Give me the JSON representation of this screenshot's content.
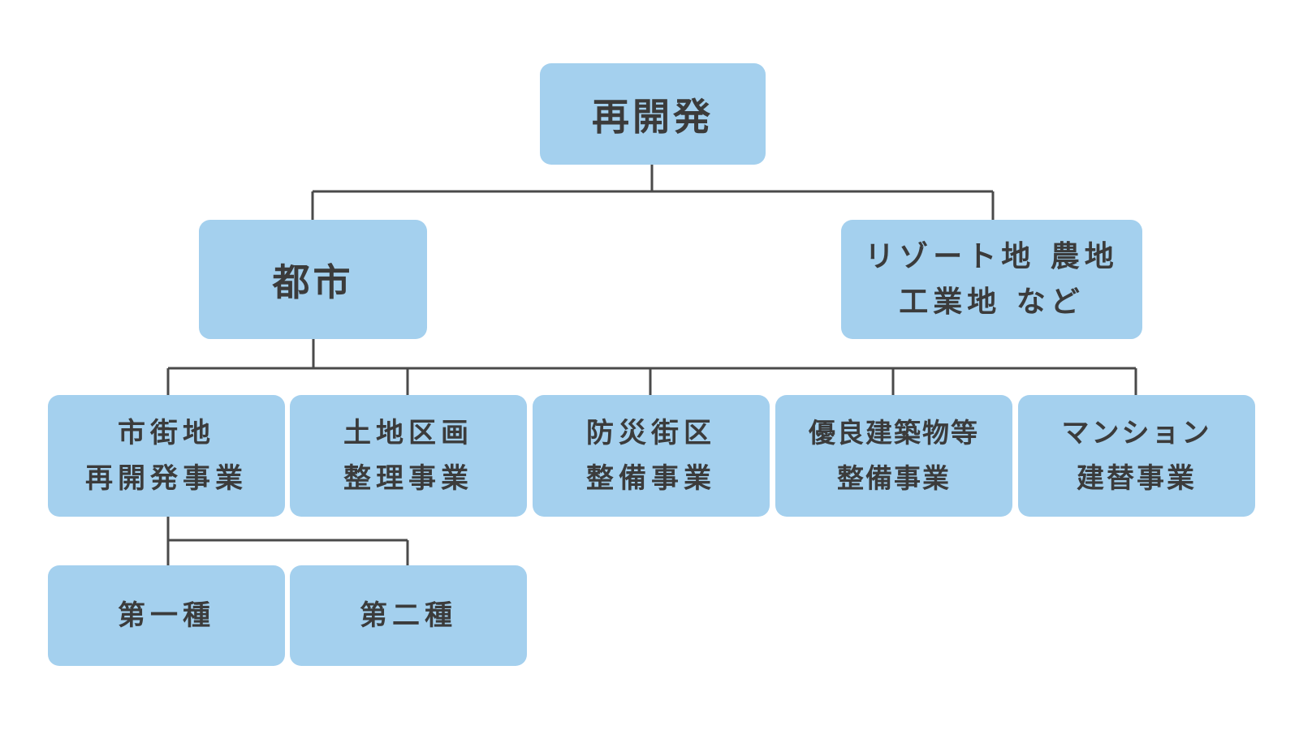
{
  "diagram": {
    "root": {
      "label": "再開発"
    },
    "level1": [
      {
        "id": "city",
        "lines": [
          "都市"
        ]
      },
      {
        "id": "resort",
        "lines": [
          "リゾート地 農地",
          "工業地 など"
        ]
      }
    ],
    "level2": [
      {
        "id": "urban-redevelopment",
        "lines": [
          "市街地",
          "再開発事業"
        ]
      },
      {
        "id": "land-readjustment",
        "lines": [
          "土地区画",
          "整理事業"
        ]
      },
      {
        "id": "disaster-prevention",
        "lines": [
          "防災街区",
          "整備事業"
        ]
      },
      {
        "id": "excellent-building",
        "lines": [
          "優良建築物等",
          "整備事業"
        ]
      },
      {
        "id": "condominium-rebuild",
        "lines": [
          "マンション",
          "建替事業"
        ]
      }
    ],
    "level3": [
      {
        "id": "type1",
        "label": "第一種"
      },
      {
        "id": "type2",
        "label": "第二種"
      }
    ],
    "colors": {
      "box_fill": "#a4d0ee",
      "text": "#3b3b3b",
      "connector": "#4a4a4a",
      "background": "#ffffff"
    }
  }
}
